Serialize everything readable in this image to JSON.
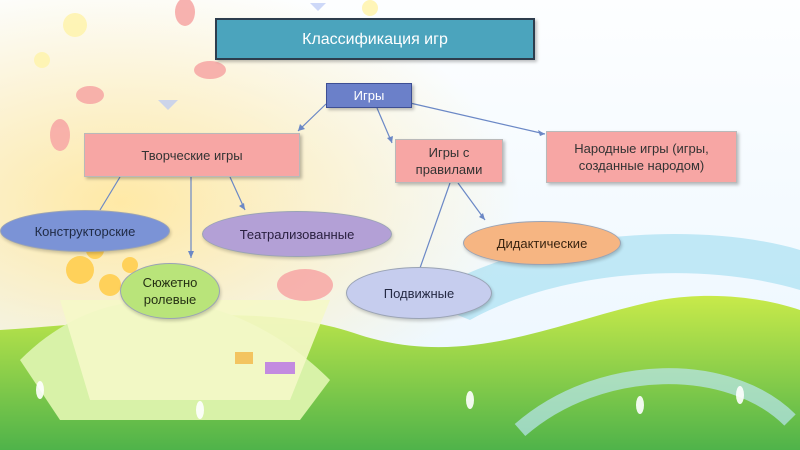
{
  "title": "Классификация игр",
  "root": "Игры",
  "categories": {
    "creative": "Творческие игры",
    "rules": "Игры с правилами",
    "folk": "Народные игры (игры, созданные народом)"
  },
  "leaves": {
    "constructive": "Конструкторские",
    "theatrical": "Театрализованные",
    "roleplay": "Сюжетно ролевые",
    "mobile": "Подвижные",
    "didactic": "Дидактические"
  },
  "colors": {
    "title_bg": "#4ba4bd",
    "root_bg": "#6b80c9",
    "category_bg": "#f7a6a4",
    "constructive_bg": "#7b93d6",
    "theatrical_bg": "#b3a0d6",
    "roleplay_bg": "#b9e47a",
    "mobile_bg": "#c6cdee",
    "didactic_bg": "#f6b582"
  }
}
